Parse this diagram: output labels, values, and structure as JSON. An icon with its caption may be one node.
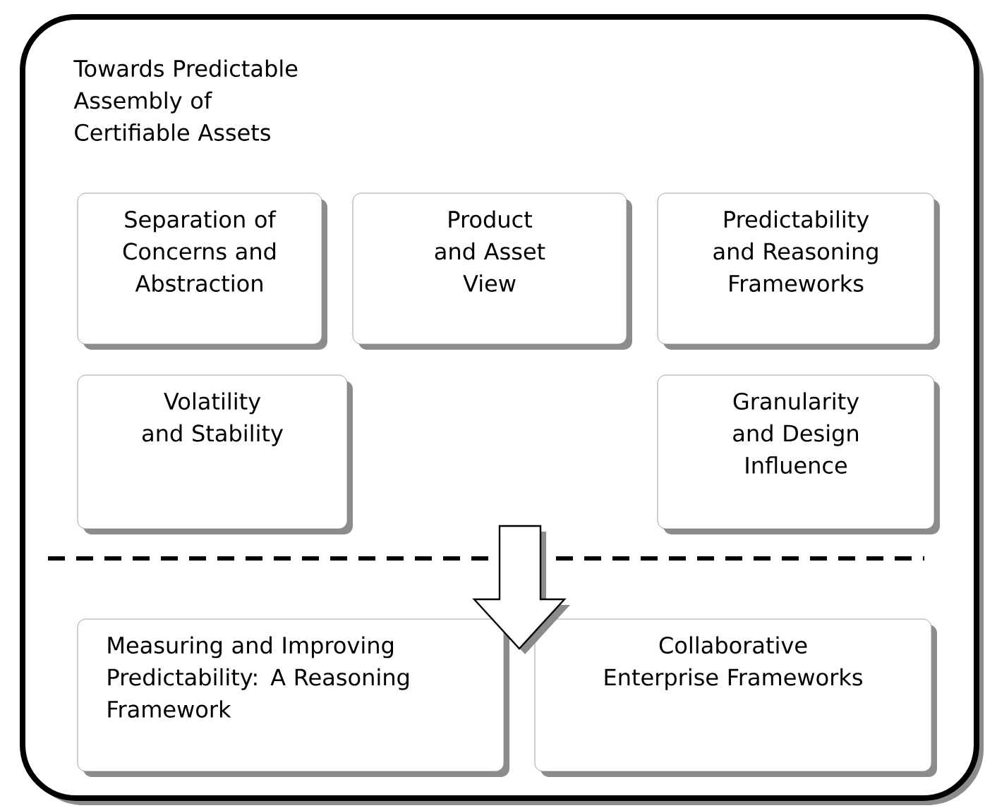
{
  "diagram": {
    "nodes": [
      {
        "text": [
          "Towards Predictable Assembly of Certifiable Assets"
        ]
      },
      {
        "text": [
          "Separation of Concerns and Abstraction"
        ],
        "in": 0
      },
      {
        "text": [
          "Product and Asset View"
        ],
        "in": 0
      },
      {
        "text": [
          "Predictability and Reasoning Frameworks"
        ],
        "in": 0
      },
      {
        "text": [
          "Volatility and Stability"
        ],
        "in": 0
      },
      {
        "text": [
          "Granularity and Design Influence"
        ],
        "in": 0
      },
      {
        "text": [
          "Measuring and Improving Predictability: A Reasoning Framework"
        ],
        "in": 0
      },
      {
        "text": [
          "Collaborative Enterprise Frameworks"
        ],
        "in": 0
      }
    ],
    "edges": [
      {
        "from": null,
        "to": 6,
        "arrow": "to"
      },
      {
        "from": null,
        "to": 7,
        "arrow": "to"
      }
    ]
  }
}
